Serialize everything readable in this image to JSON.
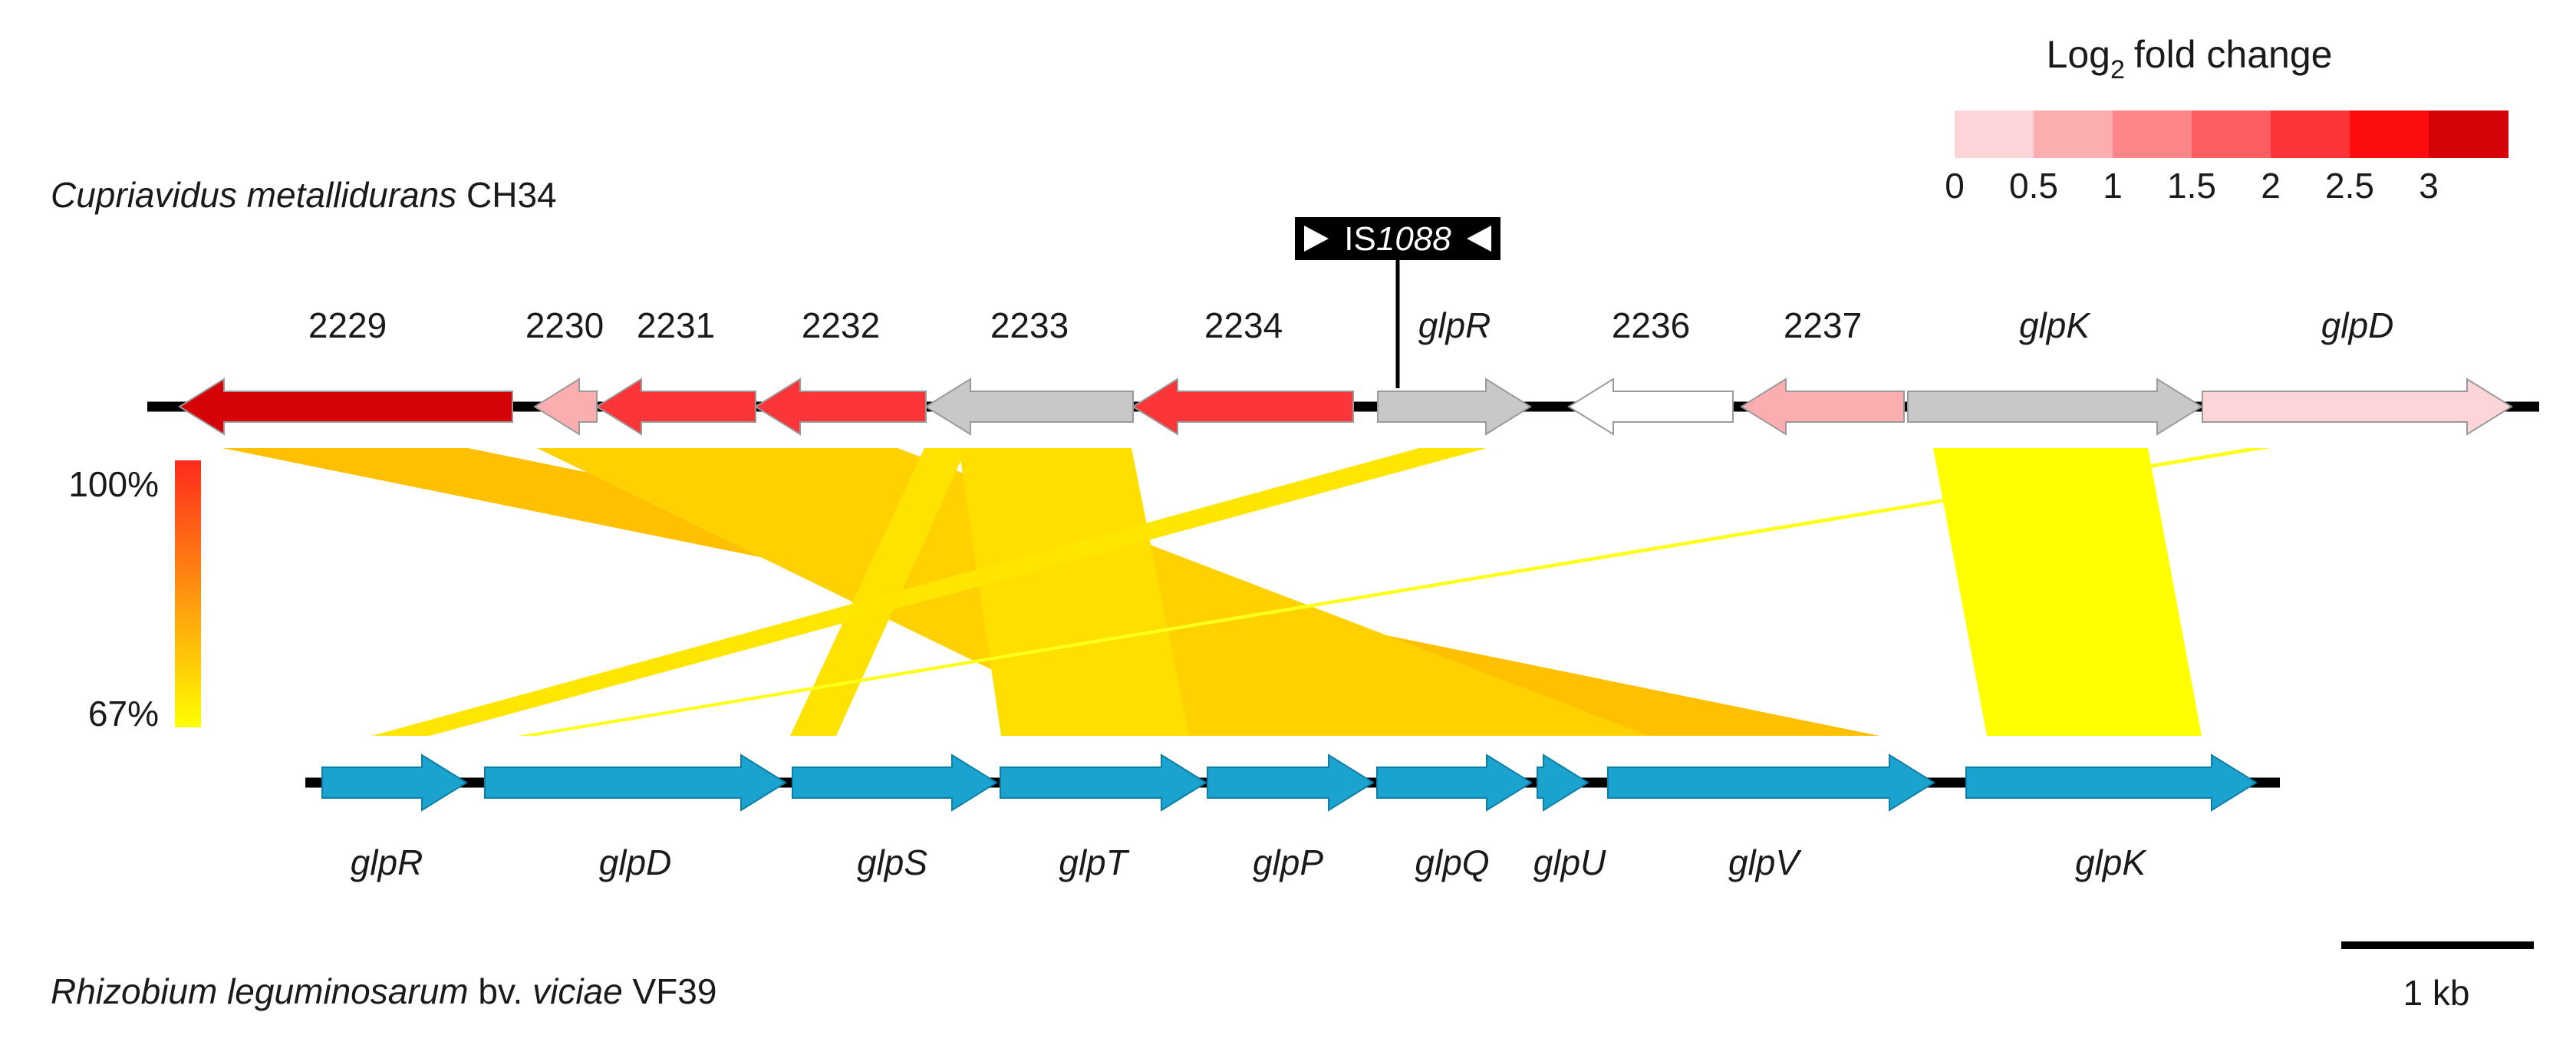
{
  "colors": {
    "backbone": "#000000",
    "is_box": "#000000",
    "is_text": "#ffffff",
    "gene_outline": "#9a9a9a",
    "bottom_gene": "#1ba3cf",
    "grey_gene": "#c8c8c8",
    "white_gene": "#ffffff",
    "identity_high": "#ff2a1e",
    "identity_low": "#ffff00"
  },
  "species": {
    "top_genus": "Cupriavidus metallidurans",
    "top_strain": "CH34",
    "bottom_genus": "Rhizobium leguminosarum",
    "bottom_mid": "bv.",
    "bottom_variety": "viciae",
    "bottom_strain": "VF39"
  },
  "insertion": {
    "prefix": "IS",
    "number": "1088"
  },
  "legend": {
    "title_main": "Log",
    "title_sub": "2",
    "title_rest": "fold change",
    "colors": [
      "#fdd5d8",
      "#fcadb0",
      "#fc8588",
      "#fc5d60",
      "#fc3538",
      "#fe0d0e",
      "#d50307"
    ],
    "ticks": [
      "0",
      "0.5",
      "1",
      "1.5",
      "2",
      "2.5",
      "3"
    ]
  },
  "identity_scale": {
    "max": "100%",
    "min": "67%"
  },
  "scale_bar": {
    "label": "1 kb"
  },
  "top_genes": [
    {
      "label": "2229",
      "italic": false,
      "dir": "left",
      "fold": 3.0,
      "color": "#d50307"
    },
    {
      "label": "2230",
      "italic": false,
      "dir": "left",
      "fold": 0.5,
      "color": "#fcadb0"
    },
    {
      "label": "2231",
      "italic": false,
      "dir": "left",
      "fold": 2.0,
      "color": "#fc3538"
    },
    {
      "label": "2232",
      "italic": false,
      "dir": "left",
      "fold": 2.0,
      "color": "#fc3538"
    },
    {
      "label": "2233",
      "italic": false,
      "dir": "left",
      "fold": null,
      "color": "#c8c8c8"
    },
    {
      "label": "2234",
      "italic": false,
      "dir": "left",
      "fold": 2.0,
      "color": "#fc3538"
    },
    {
      "label": "glpR",
      "italic": true,
      "dir": "right",
      "fold": null,
      "color": "#c8c8c8"
    },
    {
      "label": "2236",
      "italic": false,
      "dir": "left",
      "fold": 0,
      "color": "#ffffff"
    },
    {
      "label": "2237",
      "italic": false,
      "dir": "left",
      "fold": 0.5,
      "color": "#fcadb0"
    },
    {
      "label": "glpK",
      "italic": true,
      "dir": "right",
      "fold": null,
      "color": "#c8c8c8"
    },
    {
      "label": "glpD",
      "italic": true,
      "dir": "right",
      "fold": 0,
      "color": "#fdd5d8"
    }
  ],
  "bottom_genes": [
    {
      "label": "glpR",
      "dir": "right"
    },
    {
      "label": "glpD",
      "dir": "right"
    },
    {
      "label": "glpS",
      "dir": "right"
    },
    {
      "label": "glpT",
      "dir": "right"
    },
    {
      "label": "glpP",
      "dir": "right"
    },
    {
      "label": "glpQ",
      "dir": "right"
    },
    {
      "label": "glpU",
      "dir": "right"
    },
    {
      "label": "glpV",
      "dir": "right"
    },
    {
      "label": "glpK",
      "dir": "right"
    }
  ]
}
